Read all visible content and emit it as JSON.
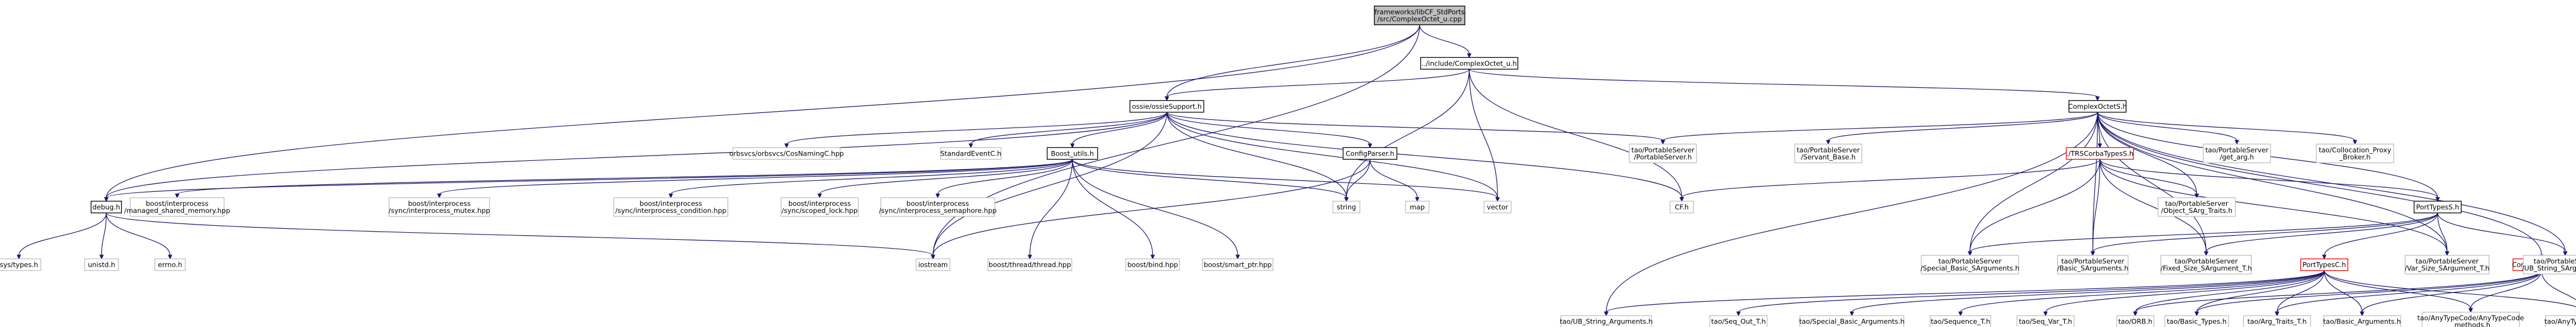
{
  "nodes": [
    {
      "id": "root",
      "kind": "root",
      "lines": [
        "frameworks/libCF_StdPorts",
        "/src/ComplexOctet_u.cpp"
      ]
    },
    {
      "id": "complexoctet_u_h",
      "kind": "local",
      "lines": [
        "../include/ComplexOctet_u.h"
      ]
    },
    {
      "id": "ossiesupport_h",
      "kind": "local",
      "lines": [
        "ossie/ossieSupport.h"
      ]
    },
    {
      "id": "complexoctets_h",
      "kind": "local",
      "lines": [
        "ComplexOctetS.h"
      ]
    },
    {
      "id": "debug_h",
      "kind": "local",
      "lines": [
        "debug.h"
      ]
    },
    {
      "id": "boost_utils_h",
      "kind": "local",
      "lines": [
        "Boost_utils.h"
      ]
    },
    {
      "id": "configparser_h",
      "kind": "local",
      "lines": [
        "ConfigParser.h"
      ]
    },
    {
      "id": "porttypess_h",
      "kind": "local",
      "lines": [
        "PortTypesS.h"
      ]
    },
    {
      "id": "corbatypess_h",
      "kind": "missing",
      "lines": [
        "./TRSCorbaTypesS.h"
      ]
    },
    {
      "id": "porttypesc_h",
      "kind": "missing",
      "lines": [
        "PortTypesC.h"
      ]
    },
    {
      "id": "complexoctetc_h",
      "kind": "missing",
      "lines": [
        "ComplexOctetC.h"
      ]
    },
    {
      "id": "cosnaming",
      "kind": "external",
      "lines": [
        "orbsvcs/orbsvcs/CosNamingC.hpp"
      ]
    },
    {
      "id": "standardevent",
      "kind": "external",
      "lines": [
        "StandardEventC.h"
      ]
    },
    {
      "id": "portableserver_h",
      "kind": "external",
      "lines": [
        "tao/PortableServer",
        "/PortableServer.h"
      ]
    },
    {
      "id": "servant_base",
      "kind": "external",
      "lines": [
        "tao/PortableServer",
        "/Servant_Base.h"
      ]
    },
    {
      "id": "get_arg",
      "kind": "external",
      "lines": [
        "tao/PortableServer",
        "/get_arg.h"
      ]
    },
    {
      "id": "collocation",
      "kind": "external",
      "lines": [
        "tao/Collocation_Proxy",
        "_Broker.h"
      ]
    },
    {
      "id": "object_sarg",
      "kind": "external",
      "lines": [
        "tao/PortableServer",
        "/Object_SArg_Traits.h"
      ]
    },
    {
      "id": "cf_h",
      "kind": "external",
      "lines": [
        "CF.h"
      ]
    },
    {
      "id": "string",
      "kind": "external",
      "lines": [
        "string"
      ]
    },
    {
      "id": "map",
      "kind": "external",
      "lines": [
        "map"
      ]
    },
    {
      "id": "vector",
      "kind": "external",
      "lines": [
        "vector"
      ]
    },
    {
      "id": "iostream",
      "kind": "external",
      "lines": [
        "iostream"
      ]
    },
    {
      "id": "sys_types",
      "kind": "external",
      "lines": [
        "sys/types.h"
      ]
    },
    {
      "id": "unistd",
      "kind": "external",
      "lines": [
        "unistd.h"
      ]
    },
    {
      "id": "errno",
      "kind": "external",
      "lines": [
        "errno.h"
      ]
    },
    {
      "id": "ip_shm",
      "kind": "external",
      "lines": [
        "boost/interprocess",
        "/managed_shared_memory.hpp"
      ]
    },
    {
      "id": "ip_mutex",
      "kind": "external",
      "lines": [
        "boost/interprocess",
        "/sync/interprocess_mutex.hpp"
      ]
    },
    {
      "id": "ip_cond",
      "kind": "external",
      "lines": [
        "boost/interprocess",
        "/sync/interprocess_condition.hpp"
      ]
    },
    {
      "id": "ip_lock",
      "kind": "external",
      "lines": [
        "boost/interprocess",
        "/sync/scoped_lock.hpp"
      ]
    },
    {
      "id": "ip_sem",
      "kind": "external",
      "lines": [
        "boost/interprocess",
        "/sync/interprocess_semaphore.hpp"
      ]
    },
    {
      "id": "thread",
      "kind": "external",
      "lines": [
        "boost/thread/thread.hpp"
      ]
    },
    {
      "id": "bind",
      "kind": "external",
      "lines": [
        "boost/bind.hpp"
      ]
    },
    {
      "id": "smart_ptr",
      "kind": "external",
      "lines": [
        "boost/smart_ptr.hpp"
      ]
    },
    {
      "id": "special_sargs",
      "kind": "external",
      "lines": [
        "tao/PortableServer",
        "/Special_Basic_SArguments.h"
      ]
    },
    {
      "id": "basic_sargs",
      "kind": "external",
      "lines": [
        "tao/PortableServer",
        "/Basic_SArguments.h"
      ]
    },
    {
      "id": "fixed_size_sarg",
      "kind": "external",
      "lines": [
        "tao/PortableServer",
        "/Fixed_Size_SArgument_T.h"
      ]
    },
    {
      "id": "var_size_sarg",
      "kind": "external",
      "lines": [
        "tao/PortableServer",
        "/Var_Size_SArgument_T.h"
      ]
    },
    {
      "id": "ub_string_sargs",
      "kind": "external",
      "lines": [
        "tao/PortableServer",
        "/UB_String_SArguments.h"
      ]
    },
    {
      "id": "ub_string_args",
      "kind": "external",
      "lines": [
        "tao/UB_String_Arguments.h"
      ]
    },
    {
      "id": "seq_out",
      "kind": "external",
      "lines": [
        "tao/Seq_Out_T.h"
      ]
    },
    {
      "id": "special_args",
      "kind": "external",
      "lines": [
        "tao/Special_Basic_Arguments.h"
      ]
    },
    {
      "id": "sequence_t",
      "kind": "external",
      "lines": [
        "tao/Sequence_T.h"
      ]
    },
    {
      "id": "seq_var",
      "kind": "external",
      "lines": [
        "tao/Seq_Var_T.h"
      ]
    },
    {
      "id": "orb",
      "kind": "external",
      "lines": [
        "tao/ORB.h"
      ]
    },
    {
      "id": "basic_types",
      "kind": "external",
      "lines": [
        "tao/Basic_Types.h"
      ]
    },
    {
      "id": "arg_traits",
      "kind": "external",
      "lines": [
        "tao/Arg_Traits_T.h"
      ]
    },
    {
      "id": "basic_args",
      "kind": "external",
      "lines": [
        "tao/Basic_Arguments.h"
      ]
    },
    {
      "id": "anytypecode_methods",
      "kind": "external",
      "lines": [
        "tao/AnyTypeCode/AnyTypeCode",
        "_methods.h"
      ]
    },
    {
      "id": "anytypecode_any",
      "kind": "external",
      "lines": [
        "tao/AnyTypeCode/Any.h"
      ]
    }
  ],
  "edges": [
    [
      "root",
      "complexoctet_u_h"
    ],
    [
      "root",
      "ossiesupport_h"
    ],
    [
      "root",
      "debug_h"
    ],
    [
      "root",
      "iostream"
    ],
    [
      "complexoctet_u_h",
      "ossiesupport_h"
    ],
    [
      "complexoctet_u_h",
      "complexoctets_h"
    ],
    [
      "complexoctet_u_h",
      "string"
    ],
    [
      "complexoctet_u_h",
      "vector"
    ],
    [
      "complexoctet_u_h",
      "cf_h"
    ],
    [
      "ossiesupport_h",
      "debug_h"
    ],
    [
      "ossiesupport_h",
      "boost_utils_h"
    ],
    [
      "ossiesupport_h",
      "cosnaming"
    ],
    [
      "ossiesupport_h",
      "standardevent"
    ],
    [
      "ossiesupport_h",
      "configparser_h"
    ],
    [
      "ossiesupport_h",
      "portableserver_h"
    ],
    [
      "ossiesupport_h",
      "string"
    ],
    [
      "ossiesupport_h",
      "vector"
    ],
    [
      "ossiesupport_h",
      "cf_h"
    ],
    [
      "ossiesupport_h",
      "iostream"
    ],
    [
      "debug_h",
      "sys_types"
    ],
    [
      "debug_h",
      "unistd"
    ],
    [
      "debug_h",
      "errno"
    ],
    [
      "debug_h",
      "iostream"
    ],
    [
      "boost_utils_h",
      "debug_h"
    ],
    [
      "boost_utils_h",
      "ip_shm"
    ],
    [
      "boost_utils_h",
      "ip_mutex"
    ],
    [
      "boost_utils_h",
      "ip_cond"
    ],
    [
      "boost_utils_h",
      "ip_lock"
    ],
    [
      "boost_utils_h",
      "ip_sem"
    ],
    [
      "boost_utils_h",
      "thread"
    ],
    [
      "boost_utils_h",
      "bind"
    ],
    [
      "boost_utils_h",
      "smart_ptr"
    ],
    [
      "boost_utils_h",
      "string"
    ],
    [
      "boost_utils_h",
      "vector"
    ],
    [
      "configparser_h",
      "string"
    ],
    [
      "configparser_h",
      "map"
    ],
    [
      "configparser_h",
      "iostream"
    ],
    [
      "complexoctets_h",
      "portableserver_h"
    ],
    [
      "complexoctets_h",
      "servant_base"
    ],
    [
      "complexoctets_h",
      "get_arg"
    ],
    [
      "complexoctets_h",
      "collocation"
    ],
    [
      "complexoctets_h",
      "object_sarg"
    ],
    [
      "complexoctets_h",
      "corbatypess_h"
    ],
    [
      "complexoctets_h",
      "porttypess_h"
    ],
    [
      "complexoctets_h",
      "complexoctetc_h"
    ],
    [
      "complexoctets_h",
      "special_sargs"
    ],
    [
      "complexoctets_h",
      "basic_sargs"
    ],
    [
      "complexoctets_h",
      "fixed_size_sarg"
    ],
    [
      "complexoctets_h",
      "var_size_sarg"
    ],
    [
      "complexoctets_h",
      "ub_string_sargs"
    ],
    [
      "complexoctets_h",
      "ub_string_args"
    ],
    [
      "corbatypess_h",
      "cf_h"
    ],
    [
      "corbatypess_h",
      "special_sargs"
    ],
    [
      "corbatypess_h",
      "basic_sargs"
    ],
    [
      "corbatypess_h",
      "fixed_size_sarg"
    ],
    [
      "corbatypess_h",
      "var_size_sarg"
    ],
    [
      "corbatypess_h",
      "object_sarg"
    ],
    [
      "corbatypess_h",
      "porttypess_h"
    ],
    [
      "porttypess_h",
      "porttypesc_h"
    ],
    [
      "porttypess_h",
      "special_sargs"
    ],
    [
      "porttypess_h",
      "basic_sargs"
    ],
    [
      "porttypess_h",
      "fixed_size_sarg"
    ],
    [
      "porttypess_h",
      "var_size_sarg"
    ],
    [
      "porttypess_h",
      "ub_string_sargs"
    ],
    [
      "porttypesc_h",
      "ub_string_args"
    ],
    [
      "porttypesc_h",
      "seq_out"
    ],
    [
      "porttypesc_h",
      "special_args"
    ],
    [
      "porttypesc_h",
      "sequence_t"
    ],
    [
      "porttypesc_h",
      "seq_var"
    ],
    [
      "porttypesc_h",
      "orb"
    ],
    [
      "porttypesc_h",
      "basic_types"
    ],
    [
      "porttypesc_h",
      "arg_traits"
    ],
    [
      "porttypesc_h",
      "basic_args"
    ],
    [
      "porttypesc_h",
      "anytypecode_methods"
    ],
    [
      "porttypesc_h",
      "anytypecode_any"
    ],
    [
      "complexoctetc_h",
      "orb"
    ],
    [
      "complexoctetc_h",
      "basic_types"
    ],
    [
      "complexoctetc_h",
      "arg_traits"
    ],
    [
      "complexoctetc_h",
      "basic_args"
    ],
    [
      "complexoctetc_h",
      "anytypecode_methods"
    ],
    [
      "complexoctetc_h",
      "anytypecode_any"
    ]
  ],
  "colors": {
    "edge": "#191970",
    "root_fill": "#bfbfbf",
    "missing_border": "#ff0000",
    "external_border": "#bfbfbf",
    "local_border": "#000000"
  }
}
